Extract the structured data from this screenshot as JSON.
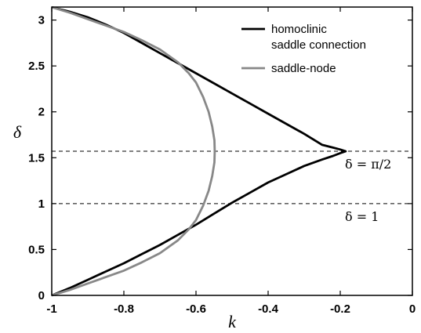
{
  "chart_data": {
    "type": "line",
    "xlabel": "k",
    "ylabel": "δ",
    "xlim": [
      -1,
      0
    ],
    "ylim": [
      0,
      3.1416
    ],
    "xticks": [
      "-1",
      "-0.8",
      "-0.6",
      "-0.4",
      "-0.2",
      "0"
    ],
    "yticks": [
      "0",
      "0.5",
      "1",
      "1.5",
      "2",
      "2.5",
      "3"
    ],
    "legend_position": "top-right",
    "series": [
      {
        "name": "homoclinic\nsaddle connection",
        "color": "#000000",
        "x": [
          -1.0,
          -0.95,
          -0.9,
          -0.85,
          -0.8,
          -0.75,
          -0.7,
          -0.65,
          -0.6,
          -0.55,
          -0.5,
          -0.45,
          -0.4,
          -0.35,
          -0.3,
          -0.25,
          -0.22,
          -0.2,
          -0.185,
          -0.2,
          -0.22,
          -0.25,
          -0.3,
          -0.35,
          -0.4,
          -0.45,
          -0.5,
          -0.55,
          -0.6,
          -0.65,
          -0.7,
          -0.75,
          -0.8,
          -0.85,
          -0.9,
          -0.95,
          -1.0
        ],
        "y": [
          0.0,
          0.08,
          0.17,
          0.26,
          0.35,
          0.45,
          0.55,
          0.66,
          0.77,
          0.89,
          1.01,
          1.12,
          1.23,
          1.32,
          1.41,
          1.48,
          1.52,
          1.55,
          1.57,
          1.59,
          1.61,
          1.64,
          1.76,
          1.87,
          1.98,
          2.09,
          2.2,
          2.31,
          2.42,
          2.53,
          2.64,
          2.75,
          2.86,
          2.95,
          3.03,
          3.09,
          3.14
        ]
      },
      {
        "name": "saddle-node",
        "color": "#888888",
        "x": [
          -1.0,
          -0.95,
          -0.9,
          -0.85,
          -0.8,
          -0.75,
          -0.7,
          -0.65,
          -0.62,
          -0.6,
          -0.58,
          -0.565,
          -0.555,
          -0.549,
          -0.548,
          -0.549,
          -0.555,
          -0.565,
          -0.58,
          -0.6,
          -0.62,
          -0.65,
          -0.7,
          -0.75,
          -0.8,
          -0.85,
          -0.9,
          -0.95,
          -1.0
        ],
        "y": [
          0.0,
          0.06,
          0.13,
          0.2,
          0.27,
          0.36,
          0.46,
          0.6,
          0.72,
          0.82,
          0.98,
          1.14,
          1.3,
          1.45,
          1.57,
          1.69,
          1.84,
          2.0,
          2.16,
          2.32,
          2.42,
          2.54,
          2.68,
          2.78,
          2.87,
          2.94,
          3.01,
          3.08,
          3.14
        ]
      }
    ],
    "reference_lines": [
      {
        "y": 1.5708,
        "style": "dashed",
        "label": "δ = π/2"
      },
      {
        "y": 1.0,
        "style": "dashed",
        "label": "δ = 1"
      }
    ]
  }
}
